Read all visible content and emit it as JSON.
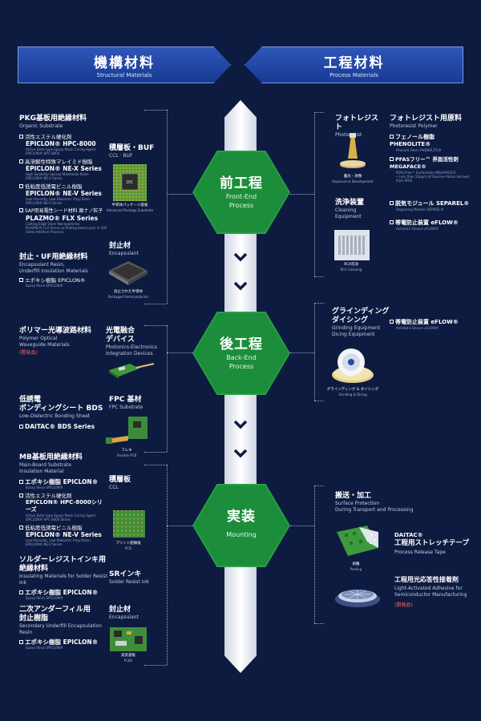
{
  "banners": {
    "left": {
      "jp": "機構材料",
      "en": "Structural Materials"
    },
    "right": {
      "jp": "工程材料",
      "en": "Process Materials"
    }
  },
  "process": {
    "front": {
      "jp": "前工程",
      "en1": "Front-End",
      "en2": "Process"
    },
    "back": {
      "jp": "後工程",
      "en1": "Back-End",
      "en2": "Process"
    },
    "mount": {
      "jp": "実装",
      "en1": "Mounting"
    }
  },
  "left": {
    "pkg": {
      "title": "PKG基板用絶縁材料",
      "sub": "Organic Substrate",
      "items": [
        {
          "jp": "活性エステル硬化剤",
          "name": "EPICLON® HPC-8000",
          "en1": "Active Ester-type Epoxy Resin Curing Agent",
          "en2": "EPICLON® HPC-8000"
        },
        {
          "jp": "高溶解性特殊マレイミド樹脂",
          "name": "EPICLON® NE-X Series",
          "en1": "High Solubility Special Maleimide Resin",
          "en2": "EPICLON® NE-X Series"
        },
        {
          "jp": "低粘度低誘電ビニル樹脂",
          "name": "EPICLON® NE-V Series",
          "en1": "Low Viscosity, Low-Dielectric Vinyl Resin",
          "en2": "EPICLON® NE-V Series"
        },
        {
          "jp": "SAP用易電性シード材料  銀ナノ粒子",
          "name": "PLAZMO® FLX Series",
          "en1": "Cutting Edge Silver Nanoparticles",
          "en2": "PLAZMO® FLX Series as Plating Seed Layer in SAP (Semi-Additive Process)"
        }
      ]
    },
    "ccl_buf": {
      "title": "積層板・BUF",
      "sub": "CCL · BUF",
      "cap": "半導体パッケージ基板",
      "cap_en": "Advanced Package Substrate",
      "chip": "DIC"
    },
    "underfill": {
      "title": "封止・UF用絶縁材料",
      "sub1": "Encapsulant Resin,",
      "sub2": "Underfill Insulation Materials",
      "item": "エポキシ樹脂 EPICLON®",
      "item_en": "Epoxy Resin EPICLON®"
    },
    "encap1": {
      "title": "封止材",
      "sub": "Encapsulant",
      "cap": "封止された半導体",
      "cap_en": "Packaged Semiconductor"
    },
    "polymer": {
      "title": "ポリマー光導波路材料",
      "sub1": "Polymer Optical",
      "sub2": "Waveguide Materials",
      "dev": "(開発品)"
    },
    "photonics": {
      "title1": "光電融合",
      "title2": "デバイス",
      "sub1": "Photonics-Electronics",
      "sub2": "Integration Devices"
    },
    "bds": {
      "title1": "低誘電",
      "title2": "ボンディングシート BDS",
      "sub": "Low-Dielectric Bonding Sheet",
      "item": "DAITAC® BDS Series"
    },
    "fpc": {
      "title": "FPC 基材",
      "sub": "FPC Substrate",
      "cap": "フレキ",
      "cap_en": "Flexible PCB"
    },
    "mb": {
      "title": "MB基板用絶縁材料",
      "sub1": "Main-Board Substrate",
      "sub2": "Insulation Material",
      "items": [
        {
          "name": "エポキシ樹脂 EPICLON®",
          "en1": "Epoxy Resin EPICLON®"
        },
        {
          "jp": "活性エステル硬化剤",
          "name": "EPICLON® HPC-8000シリーズ",
          "en1": "Active Ester-type Epoxy Resin Curing Agent",
          "en2": "EPICLON® HPC-8000 Series"
        },
        {
          "jp": "低粘度低誘電ビニル樹脂",
          "name": "EPICLON® NE-V Series",
          "en1": "Low Viscosity, Low-Dielectric Vinyl Resin",
          "en2": "EPICLON® NE-V Series"
        }
      ]
    },
    "ccl2": {
      "title": "積層板",
      "sub": "CCL",
      "cap": "プリント配線板",
      "cap_en": "PCB"
    },
    "solder": {
      "title1": "ソルダーレジストインキ用",
      "title2": "絶縁材料",
      "sub": "Insulating Materials for Solder Resist Ink",
      "item": "エポキシ樹脂 EPICLON®",
      "item_en": "Epoxy Resin EPICLON®"
    },
    "sr": {
      "title": "SRインキ",
      "sub": "Solder Resist Ink"
    },
    "secondary": {
      "title1": "二次アンダーフィル用",
      "title2": "封止樹脂",
      "sub": "Secondary Underfill Encapsulation Resin",
      "item": "エポキシ樹脂 EPICLON®",
      "item_en": "Epoxy Resin EPICLON®"
    },
    "encap2": {
      "title": "封止材",
      "sub": "Encapsulant",
      "cap": "実装基板",
      "cap_en": "PCBA"
    }
  },
  "right": {
    "photoresist": {
      "title": "フォトレジスト",
      "sub": "Photoresist",
      "cap": "露光・現像",
      "cap_en": "Exposure & Development"
    },
    "polymer": {
      "title": "フォトレジスト用原料",
      "sub": "Photoresist Polymer",
      "items": [
        {
          "name": "フェノール樹脂 PHENOLITE®",
          "en": "Phenolic Resin PHENOLITE®"
        },
        {
          "name": "PFASフリー™ 界面活性剤 MEGAFACE®",
          "en": "PFAS-Free™ Surfactants MEGAFACE®",
          "en2": "• Less than 50ppm of Fluorine Atoms derived from PFAS"
        }
      ]
    },
    "cleaning": {
      "title": "洗浄装置",
      "sub1": "Cleaning",
      "sub2": "Equipment",
      "cap": "RCA洗浄",
      "cap_en": "RCA Cleaning"
    },
    "degas": {
      "name": "脱気モジュール SEPAREL®",
      "en": "Degassing Module SEPAREL®"
    },
    "antistatic1": {
      "name": "帯電防止装置 eFLOW®",
      "en": "Antistatic Device eFLOW®"
    },
    "grinding": {
      "title1": "グラインディング",
      "title2": "ダイシング",
      "sub1": "Grinding Equipment",
      "sub2": "Dicing Equipment",
      "cap": "グラインディング & ダイシング",
      "cap_en": "Grinding & Dicing"
    },
    "antistatic2": {
      "name": "帯電防止装置 eFLOW®",
      "en": "Antistatic Device eFLOW®"
    },
    "transport": {
      "title": "搬送・加工",
      "sub1": "Surface Protection",
      "sub2": "During Transport and Processing"
    },
    "tape": {
      "name1": "DAITAC®",
      "name2": "工程用ストレッチテープ",
      "en": "Process Release Tape",
      "cap": "剥離",
      "cap_en": "Peeling"
    },
    "adhesive": {
      "name": "工程用光応答性接着剤",
      "en1": "Light-Activated Adhesive for",
      "en2": "Semiconductor Manufacturing",
      "dev": "(開発品)"
    }
  },
  "colors": {
    "bg": "#0e1b40",
    "banner": "#1f45a6",
    "hex": "#1c8d3a",
    "accent_red": "#ff5f5f"
  }
}
